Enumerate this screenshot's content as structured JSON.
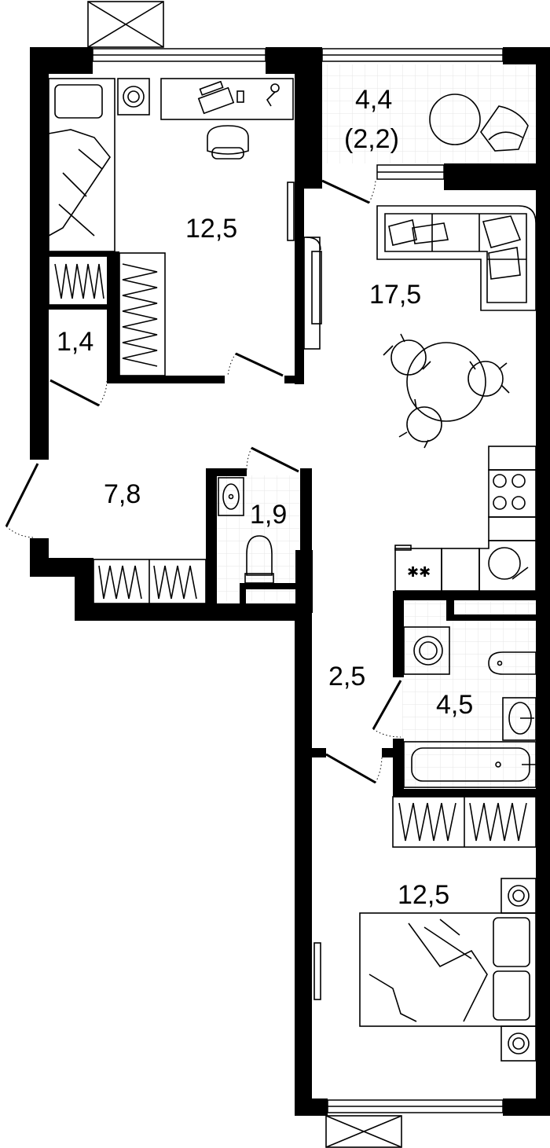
{
  "rooms": [
    {
      "id": "bedroom-1",
      "area": "12,5"
    },
    {
      "id": "balcony-area",
      "area": "4,4"
    },
    {
      "id": "balcony-reduced",
      "area": "(2,2)"
    },
    {
      "id": "living-kitchen",
      "area": "17,5"
    },
    {
      "id": "closet-1",
      "area": "1,4"
    },
    {
      "id": "hallway",
      "area": "7,8"
    },
    {
      "id": "wc",
      "area": "1,9"
    },
    {
      "id": "corridor",
      "area": "2,5"
    },
    {
      "id": "bathroom",
      "area": "4,5"
    },
    {
      "id": "bedroom-2",
      "area": "12,5"
    }
  ],
  "stove_marks": "✱✱"
}
